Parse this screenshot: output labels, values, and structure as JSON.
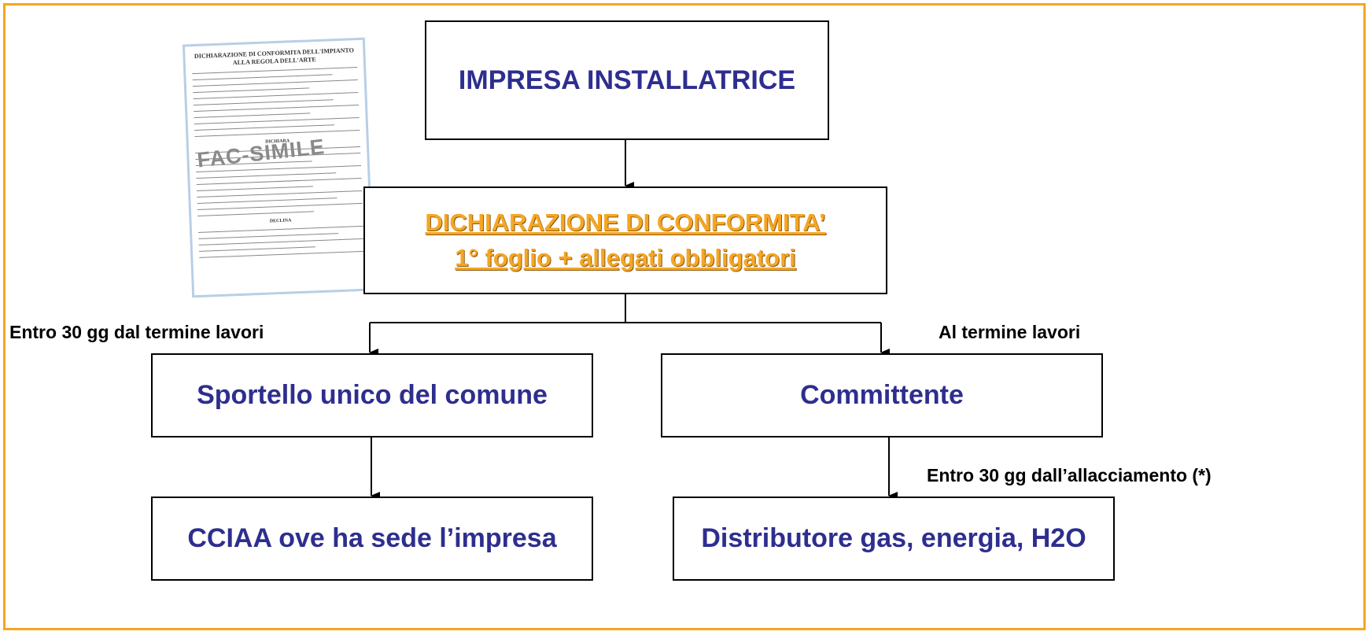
{
  "boxes": {
    "impresa": "IMPRESA INSTALLATRICE",
    "dichiarazione_title": "DICHIARAZIONE DI CONFORMITA’",
    "dichiarazione_sub": "1° foglio + allegati obbligatori",
    "sportello": "Sportello unico del comune",
    "committente": "Committente",
    "cciaa": "CCIAA ove ha sede l’impresa",
    "distributore": "Distributore gas, energia, H2O"
  },
  "labels": {
    "left_branch": "Entro 30 gg dal termine lavori",
    "right_branch": "Al termine lavori",
    "right_lower": "Entro 30 gg dall’allacciamento (*)"
  },
  "document": {
    "title": "DICHIARAZIONE DI CONFORMITA DELL'IMPIANTO ALLA REGOLA DELL'ARTE",
    "watermark": "FAC-SIMILE",
    "section_1": "DICHIARA",
    "section_2": "DECLINA"
  },
  "colors": {
    "frame": "#f5a623",
    "box_text": "#2e2e8f",
    "highlight_text": "#f5a623"
  }
}
